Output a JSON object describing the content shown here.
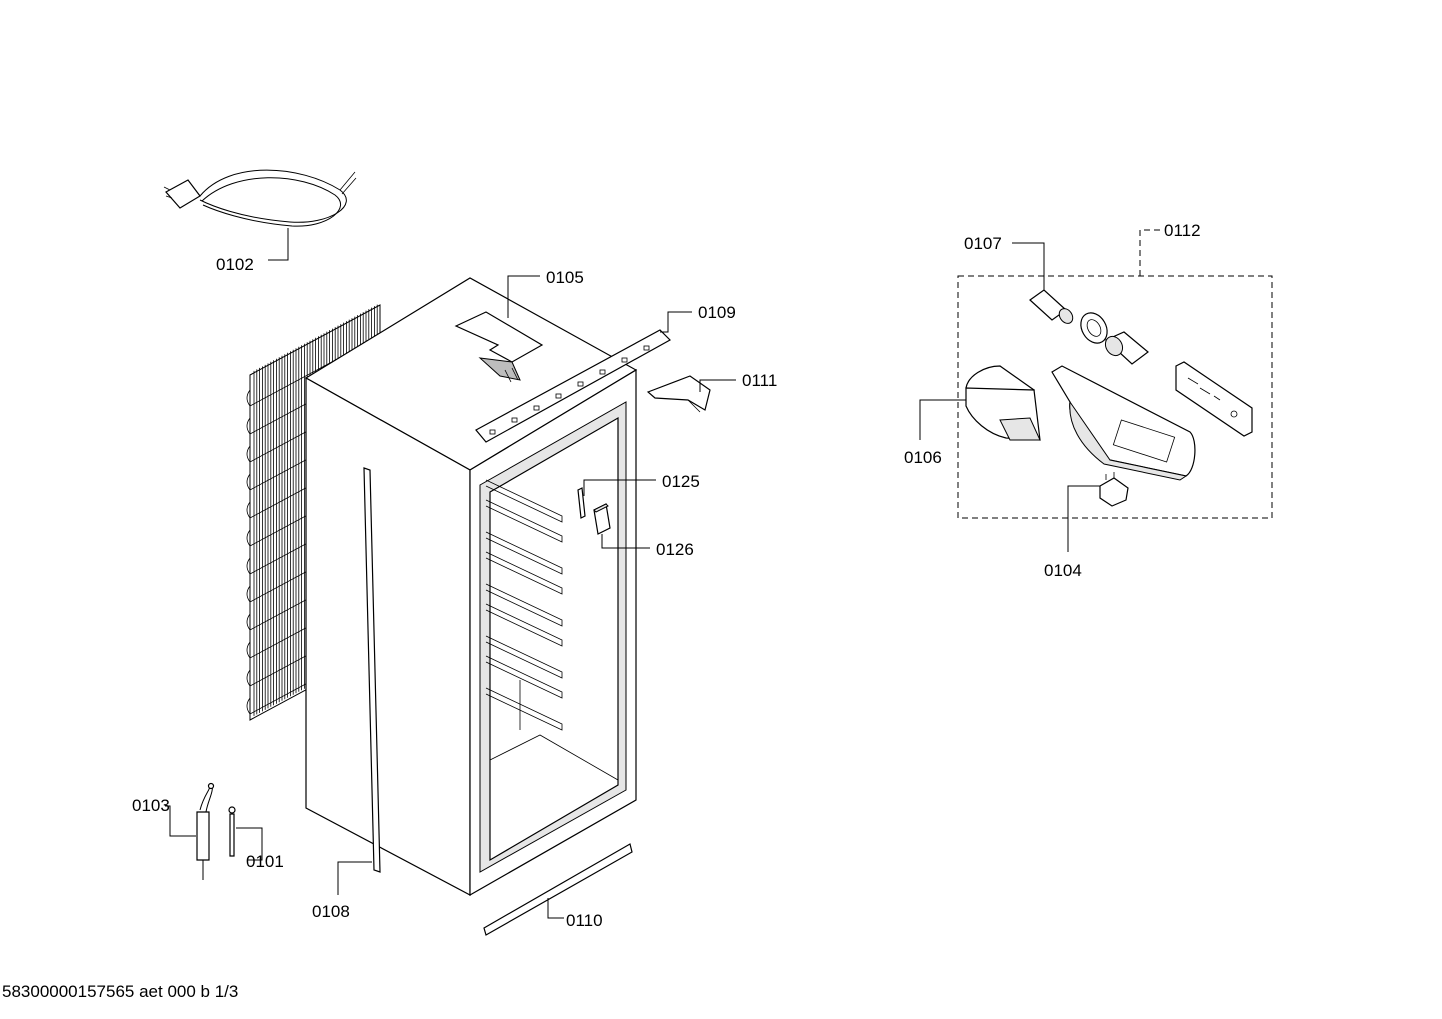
{
  "labels": {
    "p0101": "0101",
    "p0102": "0102",
    "p0103": "0103",
    "p0104": "0104",
    "p0105": "0105",
    "p0106": "0106",
    "p0107": "0107",
    "p0108": "0108",
    "p0109": "0109",
    "p0110": "0110",
    "p0111": "0111",
    "p0112": "0112",
    "p0125": "0125",
    "p0126": "0126"
  },
  "footer": "58300000157565 aet 000 b 1/3"
}
